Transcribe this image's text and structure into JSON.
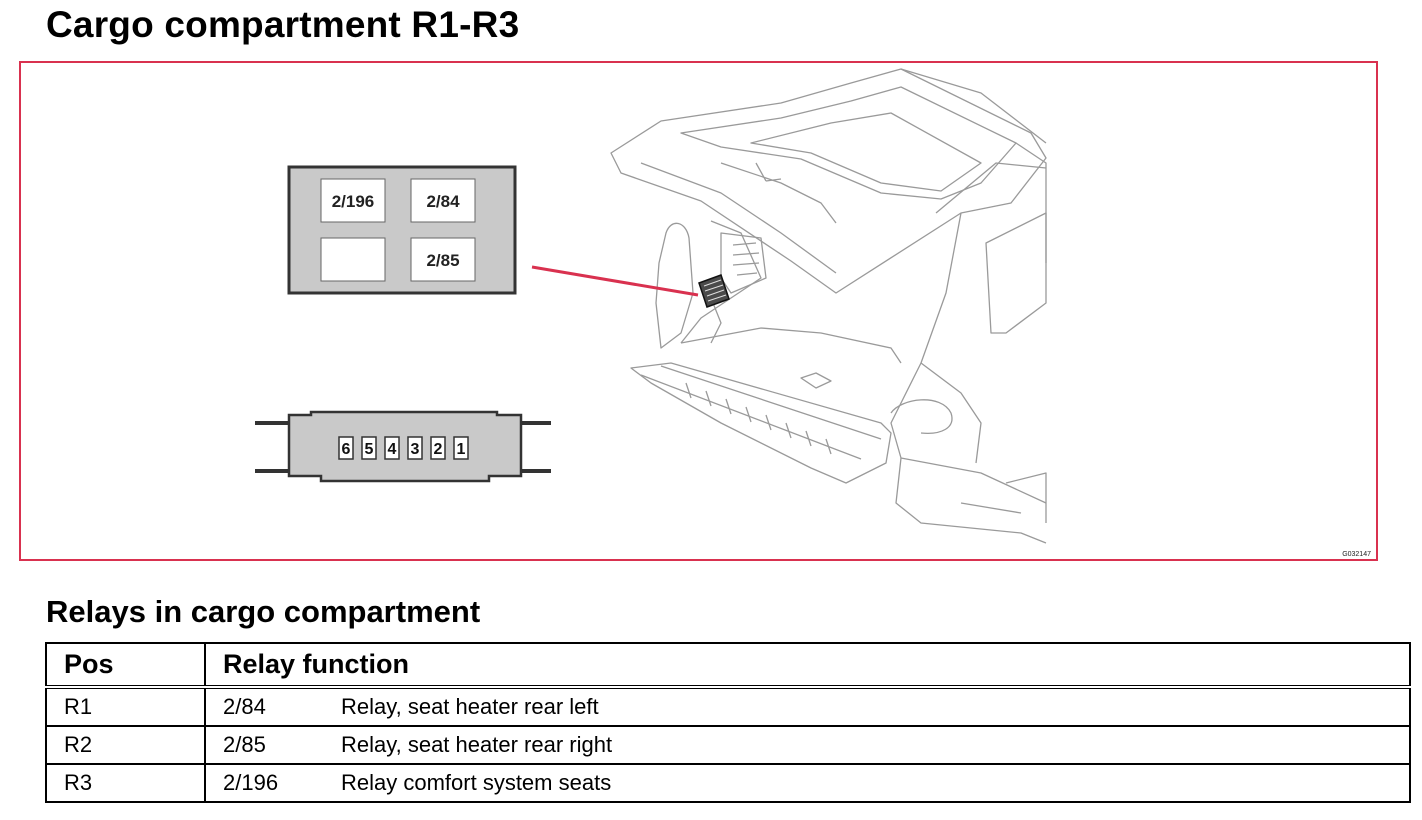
{
  "page": {
    "title": "Cargo compartment R1-R3",
    "section_title": "Relays in cargo compartment"
  },
  "figure": {
    "relay_box_labels": [
      "2/196",
      "2/84",
      "",
      "2/85"
    ],
    "connector_pins": [
      "6",
      "5",
      "4",
      "3",
      "2",
      "1"
    ],
    "figure_code": "G032147",
    "colors": {
      "frame": "#d9314f",
      "pointer": "#d9314f",
      "relay_box_fill": "#c9c9c9"
    }
  },
  "table": {
    "headers": {
      "pos": "Pos",
      "function": "Relay function"
    },
    "rows": [
      {
        "pos": "R1",
        "code": "2/84",
        "function": "Relay, seat heater rear left"
      },
      {
        "pos": "R2",
        "code": "2/85",
        "function": "Relay, seat heater rear right"
      },
      {
        "pos": "R3",
        "code": "2/196",
        "function": "Relay comfort system seats"
      }
    ]
  }
}
